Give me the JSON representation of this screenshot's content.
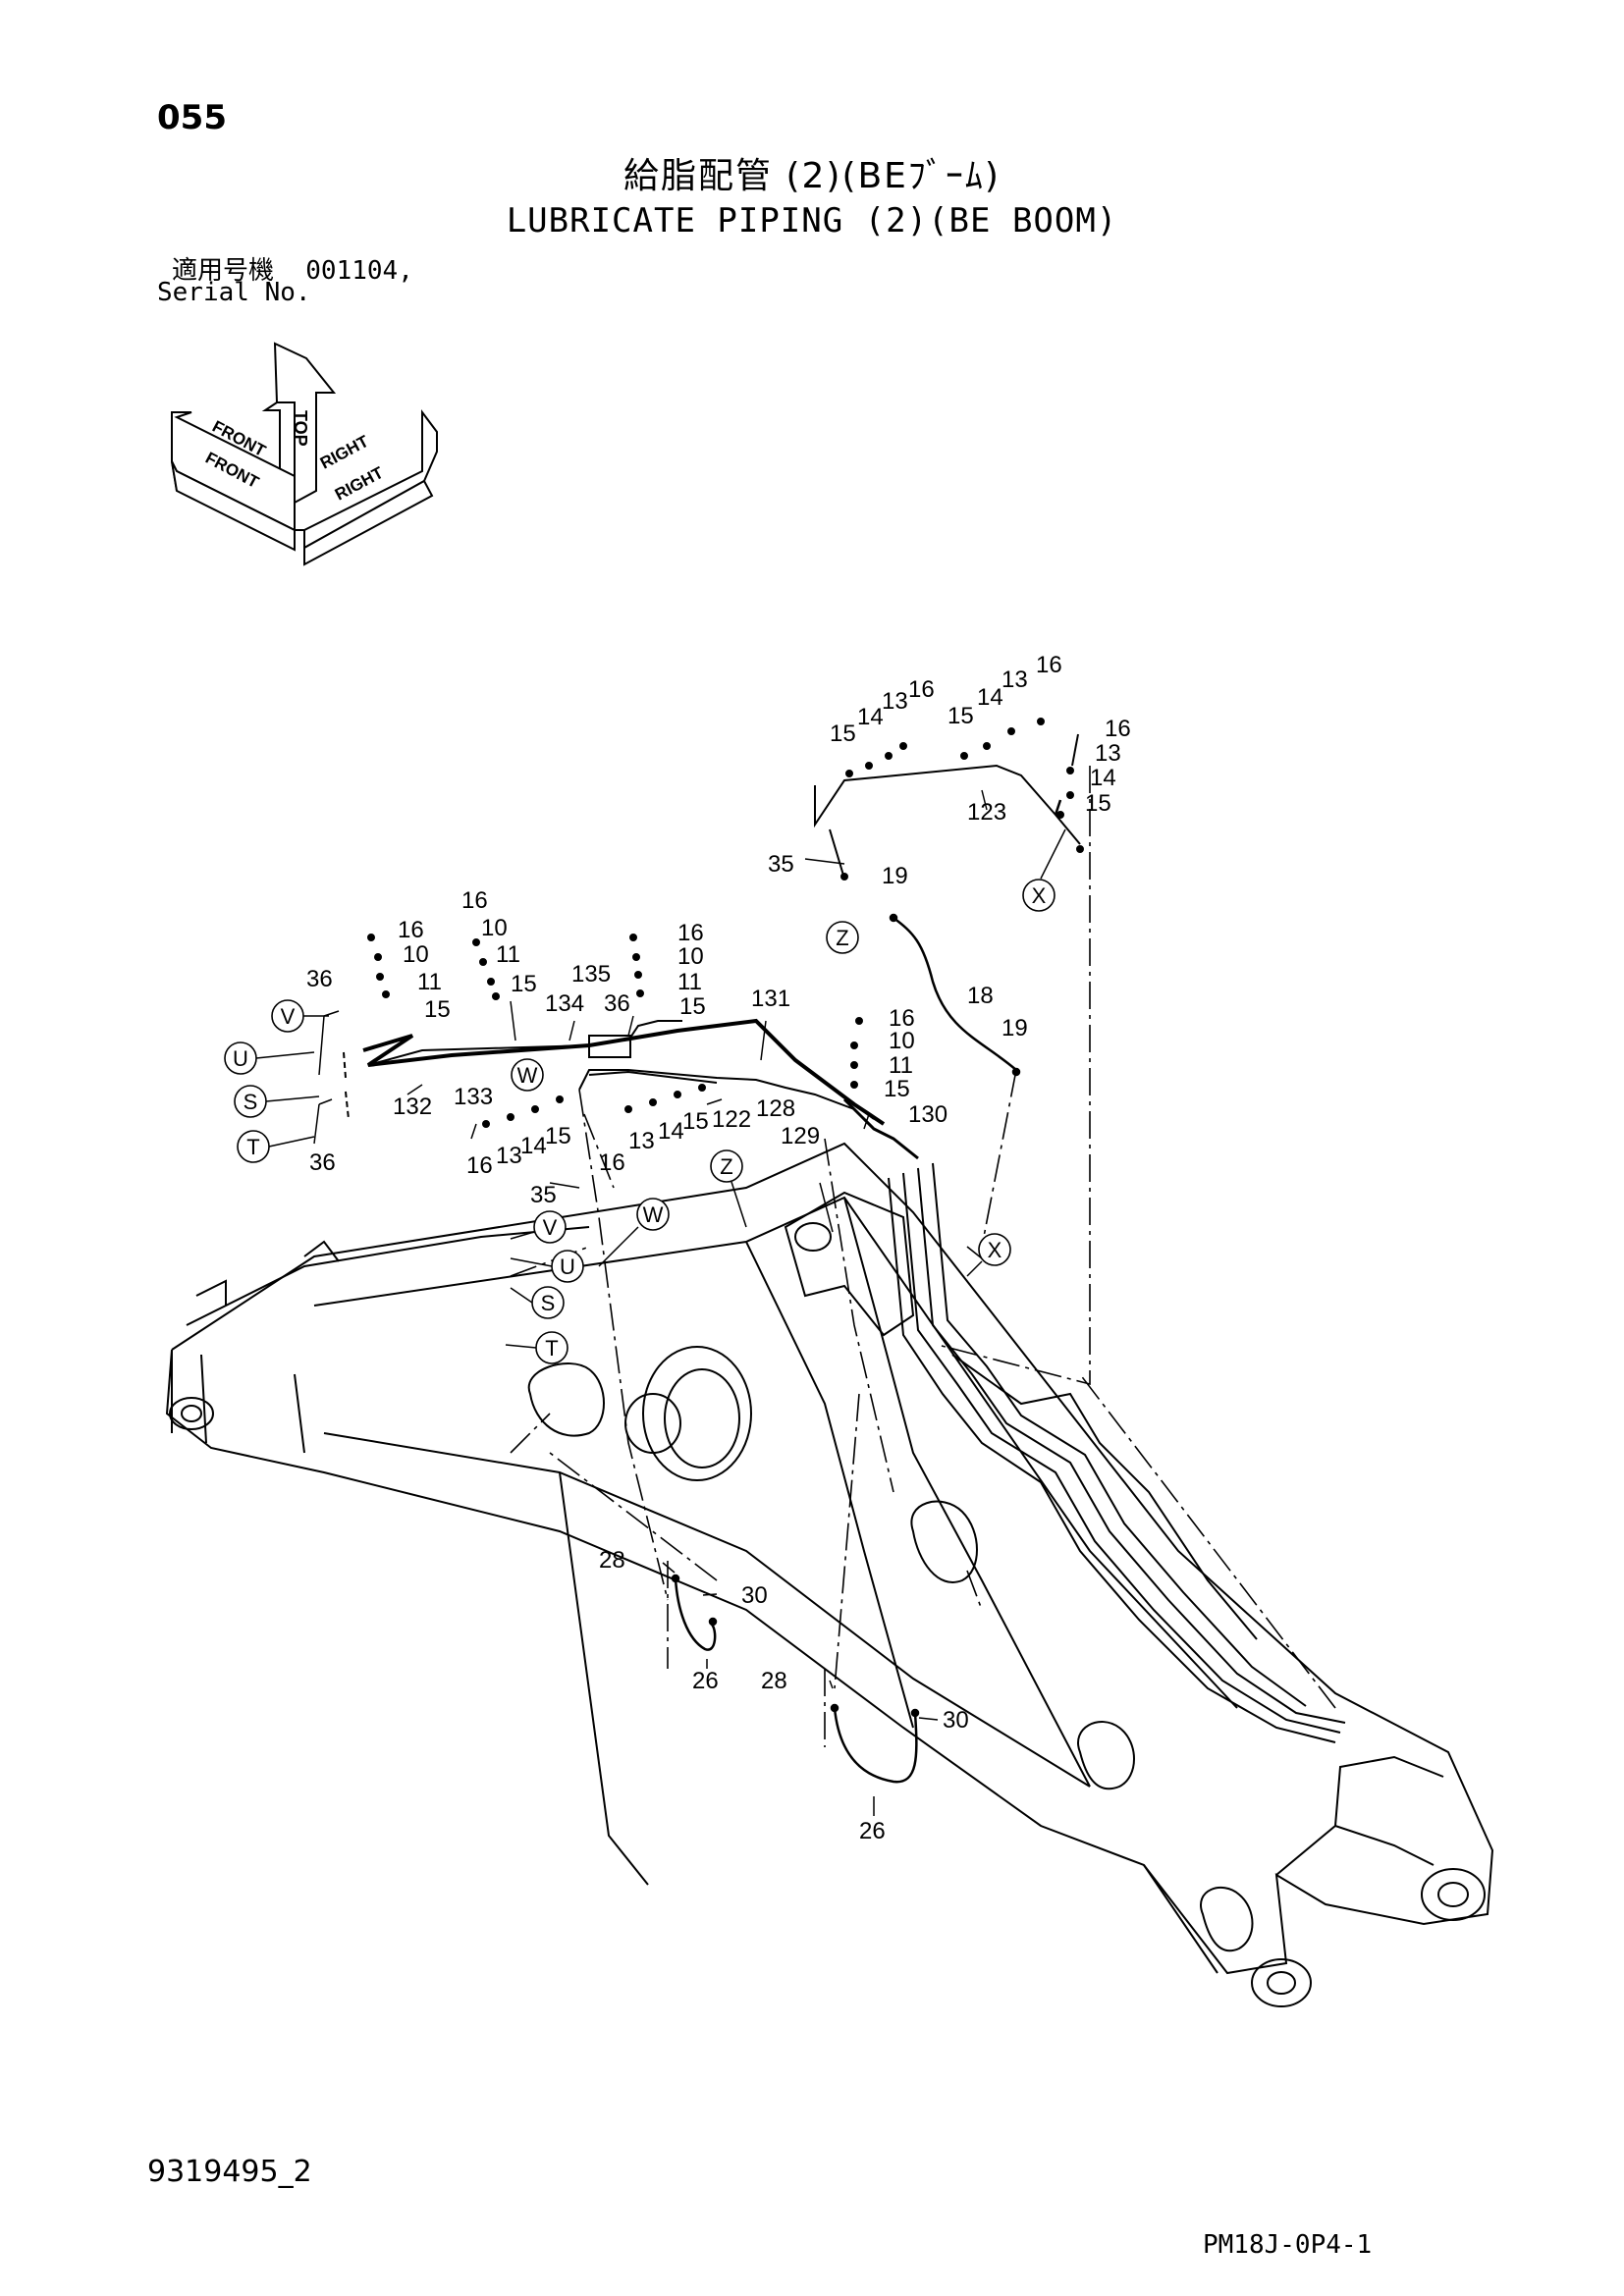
{
  "header": {
    "page_number": "055",
    "title_jp": "給脂配管 (2)(BEﾌﾞｰﾑ)",
    "title_en": "LUBRICATE PIPING (2)(BE BOOM)",
    "serial_label_jp": "適用号機",
    "serial_label_en": "Serial No.",
    "serial_value": "001104,"
  },
  "orientation": {
    "top": "TOP",
    "front": "FRONT",
    "right": "RIGHT"
  },
  "callouts": {
    "c16a": "16",
    "c13a": "13",
    "c14a": "14",
    "c15a": "15",
    "c16b": "16",
    "c13b": "13",
    "c14b": "14",
    "c15b": "15",
    "c16c": "16",
    "c13c": "13",
    "c14c": "14",
    "c15c": "15",
    "c123": "123",
    "c35a": "35",
    "c19a": "19",
    "c18": "18",
    "c19b": "19",
    "c16d": "16",
    "c10d": "10",
    "c11d": "11",
    "c15d": "15",
    "c36a": "36",
    "c16e": "16",
    "c10e": "10",
    "c11e": "11",
    "c15e": "15",
    "c132": "132",
    "c133": "133",
    "c134": "134",
    "c135": "135",
    "c36b": "36",
    "c16f": "16",
    "c10f": "10",
    "c11f": "11",
    "c15f": "15",
    "c131": "131",
    "c16g": "16",
    "c10g": "10",
    "c11g": "11",
    "c15g": "15",
    "c122": "122",
    "c128": "128",
    "c129": "129",
    "c130": "130",
    "c16h": "16",
    "c13h": "13",
    "c14h": "14",
    "c15h": "15",
    "c16i": "16",
    "c13i": "13",
    "c14i": "14",
    "c15i": "15",
    "c36c": "36",
    "c35b": "35",
    "c28a": "28",
    "c30a": "30",
    "c26a": "26",
    "c28b": "28",
    "c30b": "30",
    "c26b": "26"
  },
  "markers": {
    "X": "X",
    "Z": "Z",
    "V": "V",
    "U": "U",
    "S": "S",
    "T": "T",
    "W": "W"
  },
  "footer": {
    "doc_number": "9319495_2",
    "page_code": "PM18J-0P4-1"
  }
}
